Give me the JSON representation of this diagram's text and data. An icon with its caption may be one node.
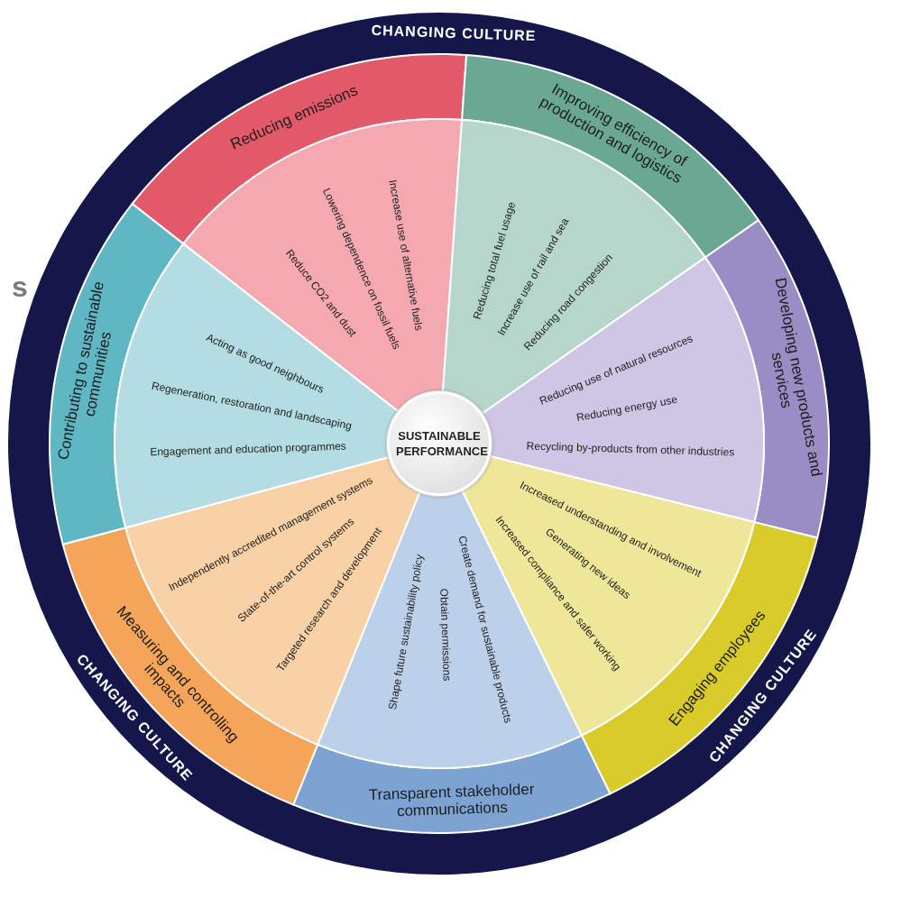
{
  "diagram": {
    "nodes": [
      {
        "text": [
          "Reducing emissions",
          "Reduce CO2 and dust",
          "Lowering dependence on fossil fuels",
          "Increase use of alternative fuels"
        ]
      },
      {
        "text": [
          "Improving efficiency of production and logistics",
          "Reducing total fuel usage",
          "Increase use of rail and sea",
          "Reducing road congestion"
        ]
      },
      {
        "text": [
          "Developing new products and services",
          "Reducing use of natural resources",
          "Reducing energy use",
          "Recycling by-products from other industries"
        ]
      },
      {
        "text": [
          "Engaging employees",
          "Increased understanding and involvement",
          "Generating new ideas",
          "Increased compliance and safer working"
        ]
      },
      {
        "text": [
          "Transparent stakeholder communications",
          "Create demand for sustainable products",
          "Obtain permissions",
          "Shape future sustainability policy"
        ]
      },
      {
        "text": [
          "Measuring and controlling impacts",
          "Targeted research and development",
          "State-of-the-art control systems",
          "Independently accredited management systems"
        ]
      },
      {
        "text": [
          "Contributing to sustainable communities",
          "Engagement and education programmes",
          "Regeneration, restoration and landscaping",
          "Acting as good neighbours"
        ]
      },
      {
        "text": [
          "SUSTAINABLE PERFORMANCE"
        ]
      }
    ],
    "labels": [
      "CHANGING CULTURE",
      "s",
      "CHANGING CULTURE",
      "CHANGING CULTURE"
    ]
  }
}
